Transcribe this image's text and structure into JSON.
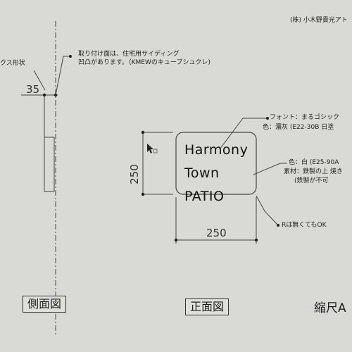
{
  "header": {
    "company": "(株) 小木野貴光アト"
  },
  "side_view": {
    "dim_35": "35",
    "profile_label": "クス形状",
    "note_line1": "取り付け面は、住宅用サイディング",
    "note_line2": "凹凸があります。（KMEWのキューブシュクレ)",
    "view_label": "側面図"
  },
  "front_view": {
    "sign_line1": "Harmony",
    "sign_line2": "Town",
    "sign_line3": "PATIO",
    "dim_height": "250",
    "dim_width": "250",
    "font_note_line1": "フォント：まるゴシック",
    "font_note_line2": "色：濃灰 (E22-30B 日塗",
    "material_note_line1": "色：白 (E25-90A",
    "material_note_line2": "素材：鉄製の上 焼き",
    "material_note_line3": "(鉄製が不可",
    "radius_note": "Rは無くてもOK",
    "view_label": "正面図"
  },
  "scale_label": "縮尺A"
}
